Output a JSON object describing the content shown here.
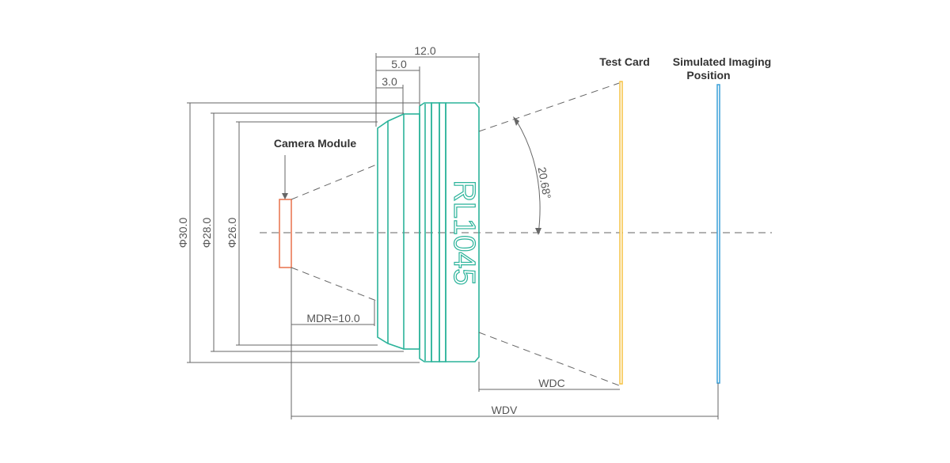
{
  "labels": {
    "test_card": "Test Card",
    "imaging_line1": "Simulated Imaging",
    "imaging_line2": "Position",
    "camera_module": "Camera Module",
    "lens_model": "RL1045"
  },
  "dimensions": {
    "d12": "12.0",
    "d5": "5.0",
    "d3": "3.0",
    "phi30": "Φ30.0",
    "phi28": "Φ28.0",
    "phi26": "Φ26.0",
    "mdr": "MDR=10.0",
    "angle": "20.68°",
    "wdc": "WDC",
    "wdv": "WDV"
  },
  "colors": {
    "lens": "#2bb39a",
    "test_card": "#f5c242",
    "imaging_plane": "#3aa0d8",
    "camera_module": "#e8704a",
    "lines": "#666666"
  }
}
